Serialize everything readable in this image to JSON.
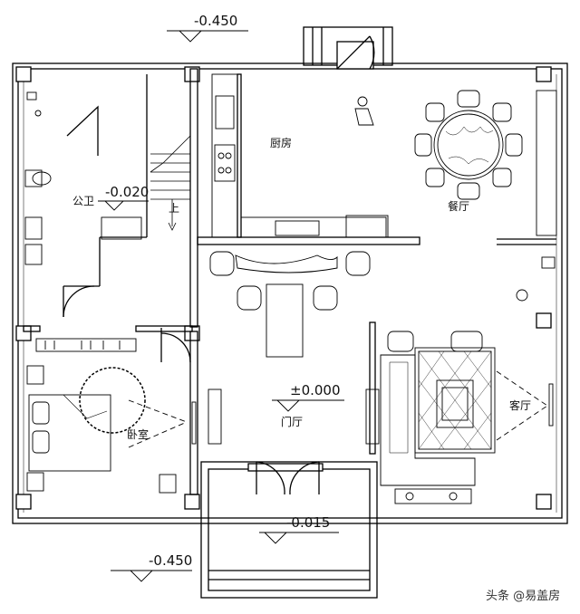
{
  "levels": {
    "top": "-0.450",
    "bath": "-0.020",
    "main": "±0.000",
    "porch": "-0.015",
    "bottom": "-0.450"
  },
  "rooms": {
    "kitchen": "厨房",
    "dining": "餐厅",
    "bathroom": "公卫",
    "stair_up": "上",
    "bedroom": "卧室",
    "foyer": "门厅",
    "living": "客厅"
  },
  "watermark": "头条 @易盖房"
}
